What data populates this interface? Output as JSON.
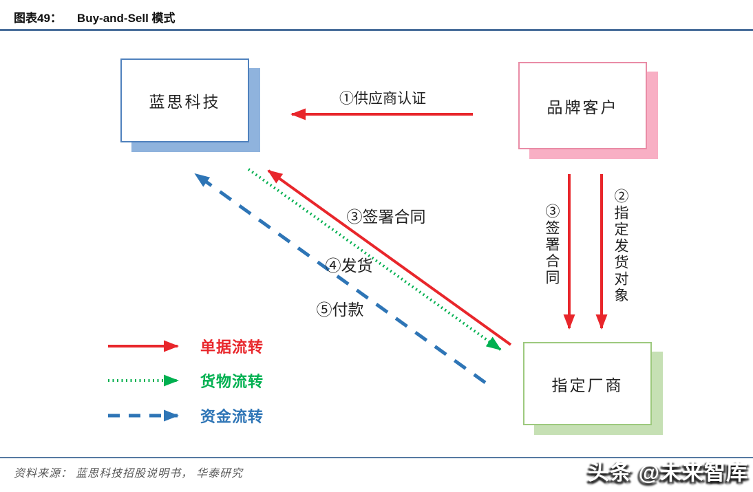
{
  "header": {
    "figure_label": "图表49：",
    "title": "Buy-and-Sell 模式"
  },
  "nodes": {
    "lens": {
      "label": "蓝思科技"
    },
    "brand": {
      "label": "品牌客户"
    },
    "manufacturer": {
      "label": "指定厂商"
    }
  },
  "edge_labels": {
    "supplier_certification": "①供应商认证",
    "designate_shipping_target": "②指定发货对象",
    "sign_contract_vertical": "③签署合同",
    "sign_contract_diagonal": "③签署合同",
    "shipping": "④发货",
    "payment": "⑤付款"
  },
  "legend": {
    "items": [
      {
        "label": "单据流转",
        "line_style": "solid",
        "color": "#e8262b"
      },
      {
        "label": "货物流转",
        "line_style": "dotted",
        "color": "#00b050"
      },
      {
        "label": "资金流转",
        "line_style": "dashed",
        "color": "#2e75b6"
      }
    ]
  },
  "footer": {
    "source": "资料来源： 蓝思科技招股说明书， 华泰研究"
  },
  "watermark": "头条 @未来智库",
  "colors": {
    "red": "#e8262b",
    "green": "#00b050",
    "blue": "#2e75b6",
    "rule": "#4a6f9b",
    "lens_border": "#4f81bd",
    "lens_shadow": "#8fb3dd",
    "brand_border": "#e98ca6",
    "brand_shadow": "#f8afc4",
    "manufacturer_border": "#9dc97e",
    "manufacturer_shadow": "#c6e0b4"
  }
}
